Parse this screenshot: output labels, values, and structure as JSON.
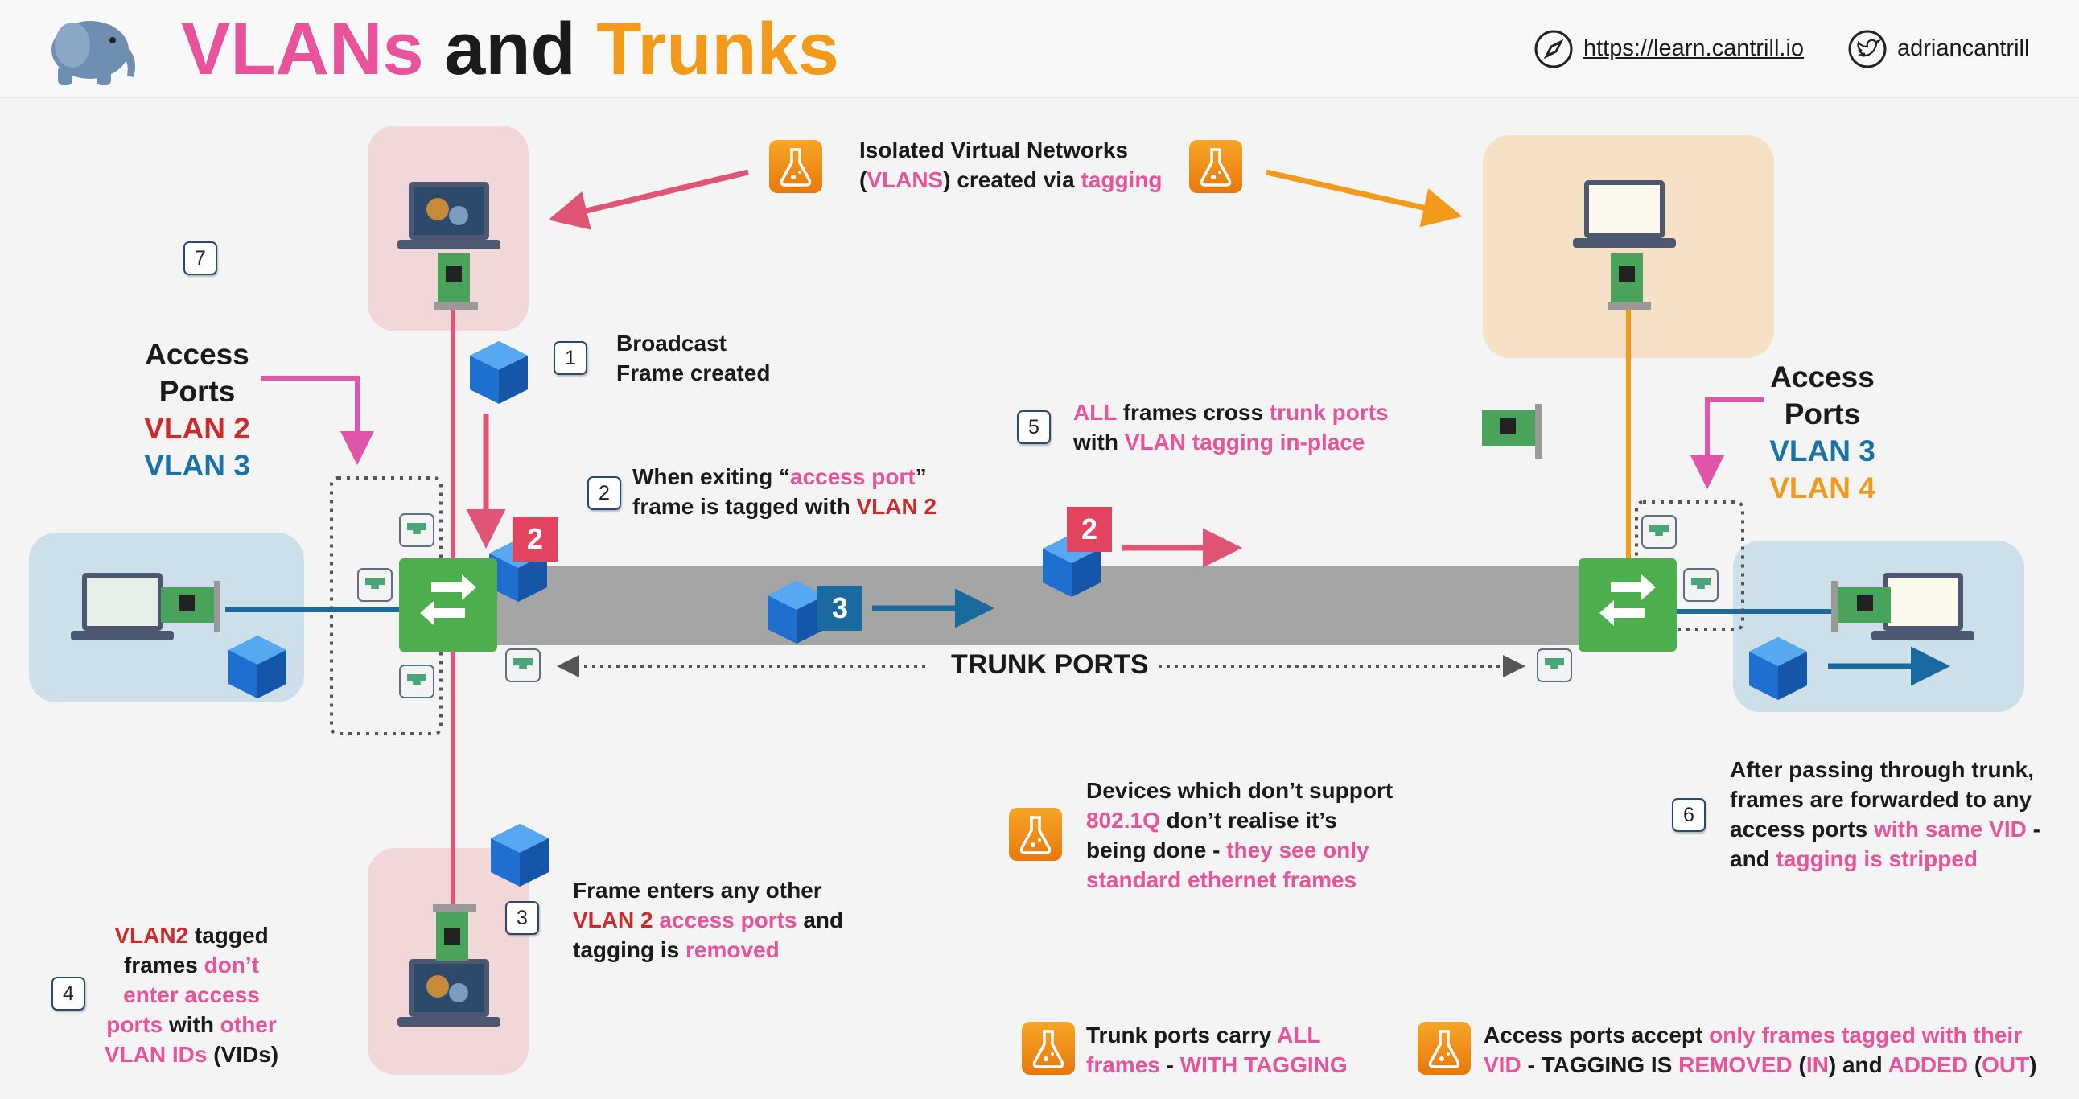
{
  "header": {
    "title_part1": "VLANs",
    "title_part2": "and",
    "title_part3": "Trunks",
    "url": "https://learn.cantrill.io",
    "handle": "adriancantrill"
  },
  "colors": {
    "pink": "#e8539b",
    "orange": "#f39a1b",
    "red": "#cf2a2a",
    "blue": "#1a73a8",
    "green": "#4cae4c",
    "trunk": "#a5a5a5"
  },
  "icons": [
    "elephant-logo",
    "compass-icon",
    "twitter-icon",
    "flask-icon",
    "laptop-icon",
    "network-card-icon",
    "frame-cube-icon",
    "switch-icon",
    "ethernet-port-icon"
  ],
  "steps": {
    "s1": {
      "num": "1",
      "line1": "Broadcast",
      "line2": "Frame created"
    },
    "s2": {
      "num": "2",
      "l1a": "When exiting “",
      "l1b": "access port",
      "l1c": "”",
      "l2a": "frame is tagged with ",
      "l2b": "VLAN 2"
    },
    "s3": {
      "num": "3",
      "l1": "Frame enters any other",
      "l2a": "VLAN 2",
      "l2b": " access ports",
      "l2c": " and",
      "l3a": "tagging is ",
      "l3b": "removed"
    },
    "s4": {
      "num": "4",
      "l1a": "VLAN2",
      "l1b": " tagged",
      "l2a": "frames ",
      "l2b": "don’t",
      "l3": "enter access",
      "l4a": "ports",
      "l4b": " with ",
      "l4c": "other",
      "l5a": "VLAN IDs",
      "l5b": " (VIDs)"
    },
    "s5": {
      "num": "5",
      "l1a": "ALL",
      "l1b": " frames cross ",
      "l1c": "trunk ports",
      "l2a": "with ",
      "l2b": "VLAN tagging in-place"
    },
    "s6": {
      "num": "6",
      "l1": "After passing through trunk,",
      "l2": "frames are forwarded to any",
      "l3a": "access ports ",
      "l3b": "with same VID",
      "l3c": " -",
      "l4a": "and ",
      "l4b": "tagging is stripped"
    },
    "s7": {
      "num": "7"
    }
  },
  "isolated": {
    "l1": "Isolated Virtual Networks",
    "l2a": "(",
    "l2b": "VLANS",
    "l2c": ") created via ",
    "l2d": "tagging"
  },
  "left_access": {
    "l1": "Access",
    "l2": "Ports",
    "l3": "VLAN 2",
    "l4": "VLAN 3"
  },
  "right_access": {
    "l1": "Access",
    "l2": "Ports",
    "l3": "VLAN 3",
    "l4": "VLAN 4"
  },
  "trunk_label": "TRUNK PORTS",
  "tags": {
    "t1": "2",
    "t2": "3",
    "t3": "2"
  },
  "devices_note": {
    "l1": "Devices which don’t support",
    "l2a": "802.1Q",
    "l2b": " don’t realise it’s",
    "l3a": "being done - ",
    "l3b": "they see only",
    "l4": "standard ethernet frames"
  },
  "trunk_note": {
    "l1a": "Trunk ports carry ",
    "l1b": "ALL",
    "l2a": "frames",
    "l2b": " - ",
    "l2c": "WITH TAGGING"
  },
  "access_note": {
    "l1a": "Access ports accept ",
    "l1b": "only frames tagged with their",
    "l2a": "VID",
    "l2b": " - TAGGING IS ",
    "l2c": "REMOVED",
    "l2d": " (",
    "l2e": "IN",
    "l2f": ") and ",
    "l2g": "ADDED",
    "l2h": " (",
    "l2i": "OUT",
    "l2j": ")"
  }
}
